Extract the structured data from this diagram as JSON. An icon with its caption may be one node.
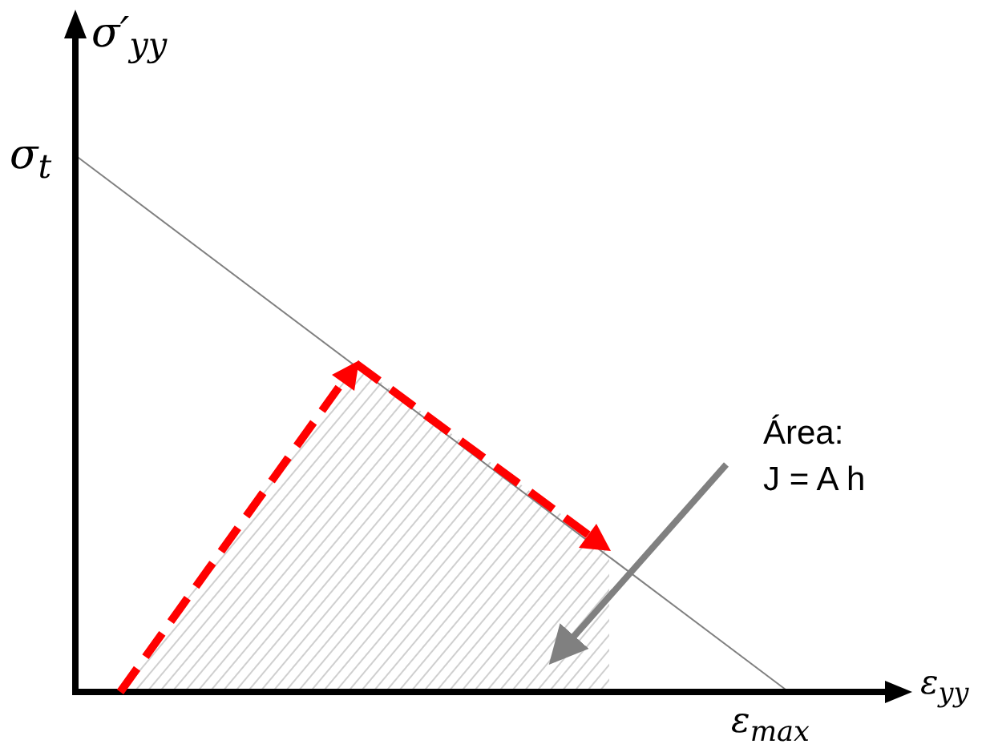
{
  "diagram": {
    "nodes": [
      {
        "text": [
          "Área:",
          "J = A h"
        ]
      },
      {
        "text": [],
        "shape": "polygon"
      }
    ],
    "edges": [
      {
        "from": 0,
        "to": 1,
        "arrow": "to",
        "color": "#808080"
      }
    ],
    "labels": [
      "σ′$_{yy}$",
      "σ$_{t}$",
      "ε$_{yy}$",
      "ε$_{max}$"
    ]
  }
}
